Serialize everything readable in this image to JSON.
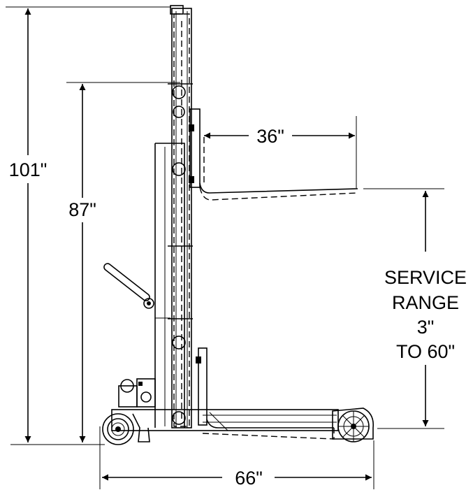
{
  "dimensions": {
    "overall_height": "101\"",
    "mast_height": "87\"",
    "fork_length": "36\"",
    "overall_length": "66\"",
    "service_range": [
      "SERVICE",
      "RANGE",
      "3\"",
      "TO 60\""
    ]
  }
}
